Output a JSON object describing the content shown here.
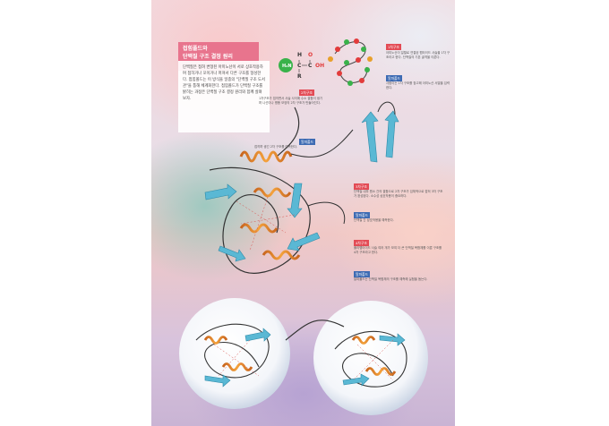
{
  "title": {
    "line1": "접힘폴드와",
    "line2": "단백질 구조 결정 원리"
  },
  "intro": "단백질은 접혀 변형된 아미노산이 서로 상호작용하며 접히거나 꼬이거나 퍼져서 다른 구조를 형성한다. 접힘폴드는 이 방식을 일종의 \"단백질 구조 도서관\"을 통해 체계화한다. 접힘폴드가 단백질 구조를 밝히는 과정은 단백질 구조 결정 원리와 함께 살펴보자.",
  "chem": {
    "h2n": "H₂N",
    "c": "C",
    "h": "H",
    "r": "R",
    "o": "O",
    "oh": "OH"
  },
  "labels": {
    "primary": "1차구조",
    "alphafold_1": "알파폴드",
    "secondary": "2차구조",
    "alphafold_2": "알파폴드",
    "tertiary": "3차구조",
    "alphafold_3": "알파폴드",
    "quaternary": "4차구조",
    "alphafold_4": "알파폴드"
  },
  "notes": {
    "primary": "아미노산이 일렬로 연결된 펩타이드 사슬을 1차 구조라고 한다. 단백질의 기본 골격을 이룬다.",
    "alphafold_1": "사람이는 1차 구조를 참고해 아미노산 서열을 입력한다.",
    "secondary": "1차구조가 접히면서 사슬 사이에 수소 결합이 생기며 나선이나 병풍 모양의 2차 구조가 만들어진다.",
    "alphafold_2": "접히며 생긴 2차 구조를 예측한다.",
    "tertiary": "단백질 내부 원소 간의 결합으로 2차 구조가 입체적으로 접혀 3차 구조가 완성된다. 소수성 상호작용이 중요하다.",
    "alphafold_3": "단백질 간 상호작용을 예측한다.",
    "quaternary": "폴리펩타이드 사슬 여러 개가 모여 더 큰 단백질 복합체를 이룬 구조를 4차 구조라고 한다.",
    "alphafold_4": "알파폴드는 단백질 복합체의 구조를 예측해 실험을 돕는다."
  }
}
